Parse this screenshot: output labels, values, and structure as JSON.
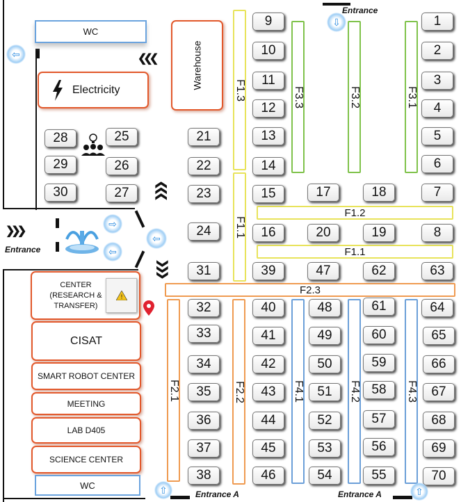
{
  "rooms": {
    "wc_top": "WC",
    "electricity": "Electricity",
    "warehouse": "Warehouse",
    "center": "CENTER (RESEARCH & TRANSFER)",
    "cisat": "CISAT",
    "smart_robot": "SMART ROBOT CENTER",
    "meeting": "MEETING",
    "lab": "LAB D405",
    "science": "SCIENCE CENTER",
    "wc_bottom": "WC"
  },
  "corridors": {
    "f1_3": "F1.3",
    "f3_3": "F3.3",
    "f3_2": "F3.2",
    "f3_1": "F3.1",
    "f1_1_v": "F1.1",
    "f1_2": "F1.2",
    "f1_1_h": "F1.1",
    "f2_3": "F2.3",
    "f2_1": "F2.1",
    "f2_2": "F2.2",
    "f4_1": "F4.1",
    "f4_2": "F4.2",
    "f4_3": "F4.3"
  },
  "entrances": {
    "top": "Entrance",
    "left": "Entrance",
    "bottom_left": "Entrance A",
    "bottom_right": "Entrance A"
  },
  "booths": [
    "1",
    "2",
    "3",
    "4",
    "5",
    "6",
    "7",
    "8",
    "9",
    "10",
    "11",
    "12",
    "13",
    "14",
    "15",
    "16",
    "17",
    "18",
    "19",
    "20",
    "21",
    "22",
    "23",
    "24",
    "25",
    "26",
    "27",
    "28",
    "29",
    "30",
    "31",
    "32",
    "33",
    "34",
    "35",
    "36",
    "37",
    "38",
    "39",
    "40",
    "41",
    "42",
    "43",
    "44",
    "45",
    "46",
    "47",
    "48",
    "49",
    "50",
    "51",
    "52",
    "53",
    "54",
    "55",
    "56",
    "57",
    "58",
    "59",
    "60",
    "61",
    "62",
    "63",
    "64",
    "65",
    "66",
    "67",
    "68",
    "69",
    "70"
  ],
  "icons": [
    "lightning-icon",
    "people-idea-icon",
    "fountain-icon",
    "electrical-panel-icon",
    "location-pin-icon",
    "arrow-icon",
    "chevron-icon"
  ],
  "colors": {
    "room_border": "#e2582b",
    "wc_border": "#6aa3de",
    "corridor_yellow": "#e8e35a",
    "corridor_green": "#7fc24a",
    "corridor_orange": "#ef9a50",
    "corridor_blue": "#6b9fd8",
    "pin": "#e0202e"
  }
}
